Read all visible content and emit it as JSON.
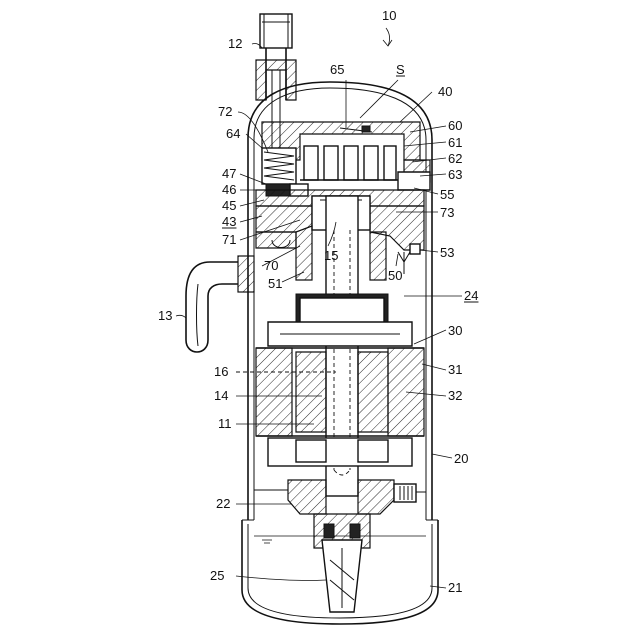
{
  "labels": [
    {
      "id": "10",
      "text": "10"
    },
    {
      "id": "12",
      "text": "12"
    },
    {
      "id": "65",
      "text": "65"
    },
    {
      "id": "S",
      "text": "S",
      "underline": true
    },
    {
      "id": "40",
      "text": "40"
    },
    {
      "id": "72",
      "text": "72"
    },
    {
      "id": "60",
      "text": "60"
    },
    {
      "id": "64",
      "text": "64"
    },
    {
      "id": "61",
      "text": "61"
    },
    {
      "id": "62",
      "text": "62"
    },
    {
      "id": "63",
      "text": "63"
    },
    {
      "id": "47",
      "text": "47"
    },
    {
      "id": "46",
      "text": "46"
    },
    {
      "id": "55",
      "text": "55"
    },
    {
      "id": "45",
      "text": "45"
    },
    {
      "id": "73",
      "text": "73"
    },
    {
      "id": "43",
      "text": "43",
      "underline": true
    },
    {
      "id": "71",
      "text": "71"
    },
    {
      "id": "15",
      "text": "15"
    },
    {
      "id": "53",
      "text": "53"
    },
    {
      "id": "70",
      "text": "70"
    },
    {
      "id": "50",
      "text": "50"
    },
    {
      "id": "51",
      "text": "51"
    },
    {
      "id": "24",
      "text": "24",
      "underline": true
    },
    {
      "id": "13",
      "text": "13"
    },
    {
      "id": "30",
      "text": "30"
    },
    {
      "id": "31",
      "text": "31"
    },
    {
      "id": "16",
      "text": "16"
    },
    {
      "id": "14",
      "text": "14"
    },
    {
      "id": "32",
      "text": "32"
    },
    {
      "id": "11",
      "text": "11"
    },
    {
      "id": "20",
      "text": "20"
    },
    {
      "id": "22",
      "text": "22"
    },
    {
      "id": "25",
      "text": "25"
    },
    {
      "id": "21",
      "text": "21"
    }
  ]
}
